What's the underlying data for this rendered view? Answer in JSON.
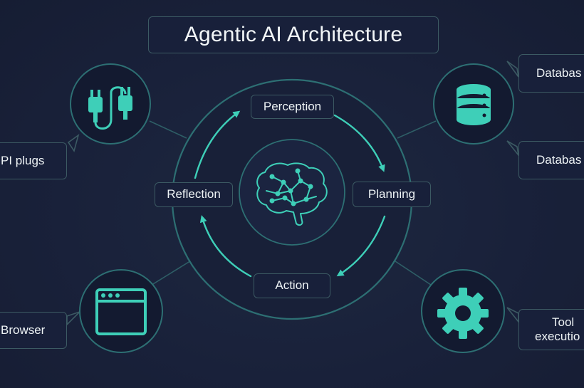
{
  "title": "Agentic AI Architecture",
  "cycle": {
    "perception": "Perception",
    "planning": "Planning",
    "action": "Action",
    "reflection": "Reflection"
  },
  "tools": {
    "api": "PI plugs",
    "browser": "Browser",
    "database_top": "Databas",
    "database_bottom": "Databas",
    "tool_execution_line1": "Tool",
    "tool_execution_line2": "executio"
  },
  "icons": {
    "center": "brain-icon",
    "api": "plug-icon",
    "browser": "browser-window-icon",
    "database": "database-icon",
    "tool": "gear-icon"
  },
  "colors": {
    "background": "#1a2236",
    "accent": "#3ecfb8",
    "ring": "#2d6f73",
    "text": "#eef3f5"
  }
}
